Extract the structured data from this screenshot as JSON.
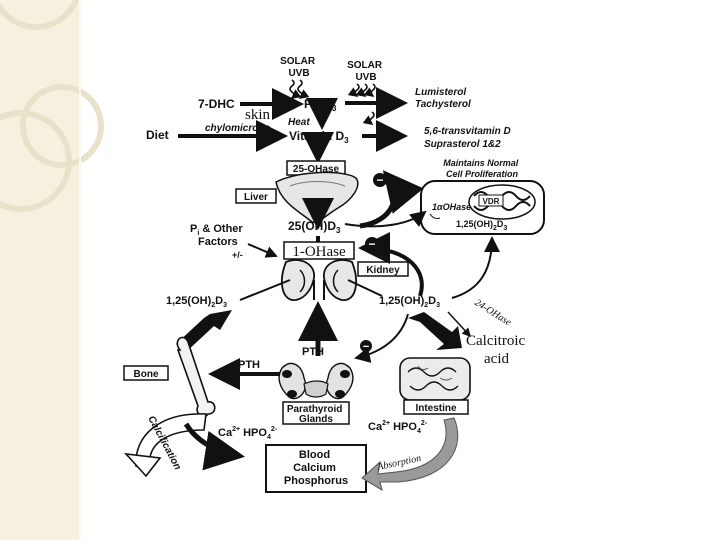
{
  "diagram": {
    "solar1": [
      "SOLAR",
      "UVB"
    ],
    "solar2": [
      "SOLAR",
      "UVB"
    ],
    "seven_dhc": "7-DHC",
    "skin": "skin",
    "pred3": "PreD",
    "pred3_sub": "3",
    "heat": "Heat",
    "lumisterol": "Lumisterol",
    "tachysterol": "Tachysterol",
    "diet": "Diet",
    "chylomicrons": "chylomicrons",
    "vitamin_d3": "Vitamin D",
    "vitamin_d3_sub": "3",
    "transvitamin": "5,6-transvitamin D",
    "suprasterol": "Suprasterol 1&2",
    "hydroxylase25": "25-OHase",
    "liver": "Liver",
    "maintains": [
      "Maintains Normal",
      "Cell Proliferation"
    ],
    "one_alpha_ohase": "1αOHase",
    "vdr": "VDR",
    "cell_calcitriol": "1,25(OH)",
    "cell_calcitriol_sub": "2",
    "cell_calcitriol_end": "D",
    "cell_calcitriol_sub2": "3",
    "calcidiol": "25(OH)D",
    "calcidiol_sub": "3",
    "pi_factors": [
      "P",
      "i",
      " & Other",
      "Factors",
      "+/-"
    ],
    "one_ohase": "1-OHase",
    "kidney": "Kidney",
    "calcitriol_left": "1,25(OH)",
    "calcitriol_right": "1,25(OH)",
    "sub2": "2",
    "d3": "D",
    "sub3": "3",
    "hydroxylase24": "24-OHase",
    "calcitroic": [
      "Calcitroic",
      "acid"
    ],
    "pth_center": "PTH",
    "pth_left": "PTH",
    "bone": "Bone",
    "parathyroid": [
      "Parathyroid",
      "Glands"
    ],
    "intestine": "Intestine",
    "calcification": "Calcification",
    "ca_hpo4_left": "Ca",
    "ca_hpo4_right": "Ca",
    "ca_sup": "2+",
    "hpo": "HPO",
    "hpo_sub": "4",
    "hpo_sup": "2-",
    "blood": [
      "Blood",
      "Calcium",
      "Phosphorus"
    ],
    "absorption": "Absorption",
    "minus": "−"
  }
}
